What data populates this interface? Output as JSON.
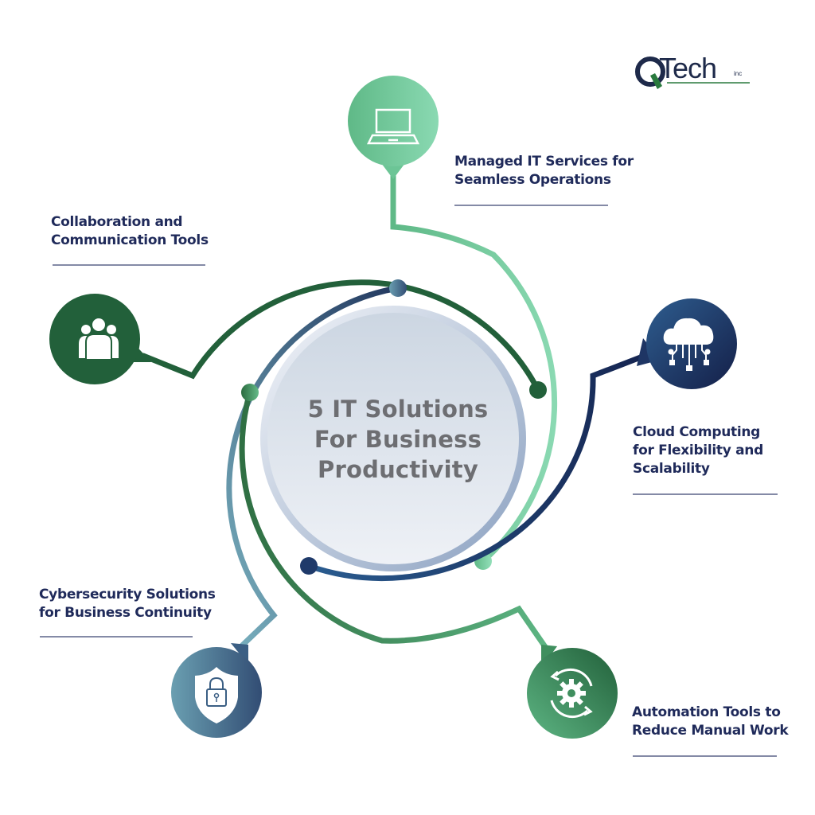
{
  "logo": {
    "brand": "Tech",
    "suffix": "inc",
    "colors": {
      "primary": "#1e2a4a",
      "accent": "#2a7a3e"
    }
  },
  "center": {
    "title_lines": [
      "5 IT Solutions",
      "For Business",
      "Productivity"
    ],
    "text_color": "#6d6e72"
  },
  "items": [
    {
      "id": "managed-it",
      "icon": "laptop-icon",
      "lines": [
        "Managed IT Services for",
        "Seamless Operations"
      ],
      "color": "#6cc596"
    },
    {
      "id": "collaboration",
      "icon": "team-icon",
      "lines": [
        "Collaboration and",
        "Communication Tools"
      ],
      "color": "#22603a"
    },
    {
      "id": "cloud",
      "icon": "cloud-circuit-icon",
      "lines": [
        "Cloud Computing",
        "for Flexibility and",
        "Scalability"
      ],
      "color": "#1b2a57"
    },
    {
      "id": "cybersecurity",
      "icon": "shield-lock-icon",
      "lines": [
        "Cybersecurity Solutions",
        "for Business Continuity"
      ],
      "color": "#4a7897"
    },
    {
      "id": "automation",
      "icon": "gear-cycle-icon",
      "lines": [
        "Automation Tools to",
        "Reduce Manual Work"
      ],
      "color": "#3f8f5e"
    }
  ],
  "styles": {
    "label_color": "#1f2a5a",
    "underline_color": "#5b6489"
  }
}
